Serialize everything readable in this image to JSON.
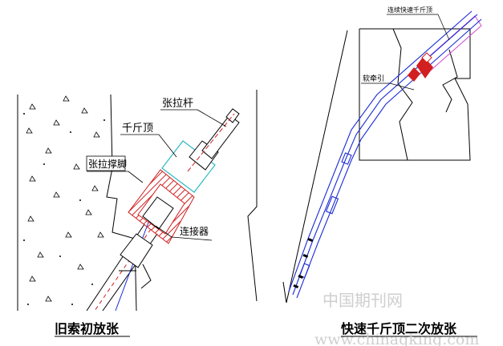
{
  "left_figure": {
    "labels": {
      "tension_rod": "张拉杆",
      "jack": "千斤顶",
      "tension_support": "张拉撑脚",
      "connector": "连接器"
    },
    "caption": "旧索初放张"
  },
  "right_figure": {
    "labels": {
      "through_jack": "连续快速千斤顶",
      "guide": "软牵引"
    },
    "caption": "快速千斤顶二次放张"
  },
  "watermark": {
    "cn": "中国期刊网",
    "url": "www.chinaqking.com"
  },
  "colors": {
    "line": "#000000",
    "cable": "#1a2bd6",
    "hatch_red": "#d21f1f",
    "jack_cyan": "#2fb9c4",
    "sleeve_magenta": "#d04bd0"
  }
}
